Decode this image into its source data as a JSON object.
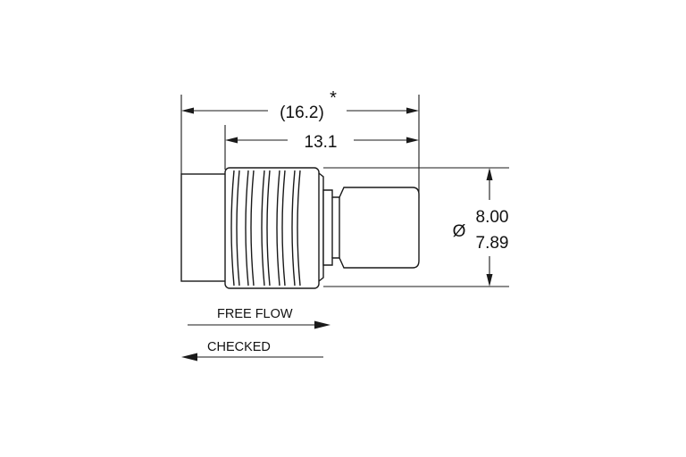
{
  "dimensions": {
    "overall_length": "(16.2)",
    "overall_length_note": "*",
    "body_length": "13.1",
    "diameter_symbol": "Ø",
    "diameter_max": "8.00",
    "diameter_min": "7.89"
  },
  "flow": {
    "free_flow_label": "FREE FLOW",
    "checked_label": "CHECKED"
  }
}
